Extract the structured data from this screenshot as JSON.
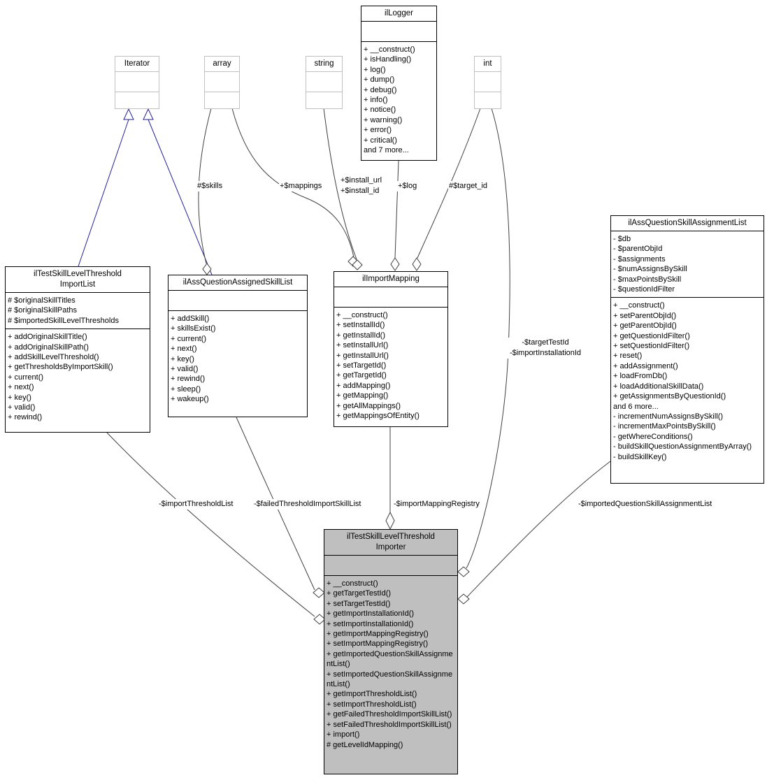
{
  "colors": {
    "edge": "#404040",
    "inheritance": "#22229a",
    "highlight_fill": "#bfbfbf",
    "external_border": "#c0c0c0",
    "box_border": "#000000"
  },
  "classes": {
    "iterator": {
      "title_lines": [
        "Iterator"
      ],
      "attributes": [],
      "methods": []
    },
    "array": {
      "title_lines": [
        "array"
      ],
      "attributes": [],
      "methods": []
    },
    "string": {
      "title_lines": [
        "string"
      ],
      "attributes": [],
      "methods": []
    },
    "int": {
      "title_lines": [
        "int"
      ],
      "attributes": [],
      "methods": []
    },
    "logger": {
      "title_lines": [
        "ilLogger"
      ],
      "attributes": [],
      "methods": [
        "+ __construct()",
        "+ isHandling()",
        "+ log()",
        "+ dump()",
        "+ debug()",
        "+ info()",
        "+ notice()",
        "+ warning()",
        "+ error()",
        "+ critical()",
        "and 7 more..."
      ]
    },
    "assignment_list": {
      "title_lines": [
        "ilAssQuestionSkillAssignmentList"
      ],
      "attributes": [
        "- $db",
        "- $parentObjId",
        "- $assignments",
        "- $numAssignsBySkill",
        "- $maxPointsBySkill",
        "- $questionIdFilter"
      ],
      "methods": [
        "+ __construct()",
        "+ setParentObjId()",
        "+ getParentObjId()",
        "+ getQuestionIdFilter()",
        "+ setQuestionIdFilter()",
        "+ reset()",
        "+ addAssignment()",
        "+ loadFromDb()",
        "+ loadAdditionalSkillData()",
        "+ getAssignmentsByQuestionId()",
        "and 6 more...",
        "- incrementNumAssignsBySkill()",
        "- incrementMaxPointsBySkill()",
        "- getWhereConditions()",
        "- buildSkillQuestionAssignmentByArray()",
        "- buildSkillKey()"
      ]
    },
    "import_list": {
      "title_lines": [
        "ilTestSkillLevelThreshold",
        "ImportList"
      ],
      "attributes": [
        "# $originalSkillTitles",
        "# $originalSkillPaths",
        "# $importedSkillLevelThresholds"
      ],
      "methods": [
        "+ addOriginalSkillTitle()",
        "+ addOriginalSkillPath()",
        "+ addSkillLevelThreshold()",
        "+ getThresholdsByImportSkill()",
        "+ current()",
        "+ next()",
        "+ key()",
        "+ valid()",
        "+ rewind()"
      ]
    },
    "assigned_skill_list": {
      "title_lines": [
        "ilAssQuestionAssignedSkillList"
      ],
      "attributes": [],
      "methods": [
        "+ addSkill()",
        "+ skillsExist()",
        "+ current()",
        "+ next()",
        "+ key()",
        "+ valid()",
        "+ rewind()",
        "+ sleep()",
        "+ wakeup()"
      ]
    },
    "import_mapping": {
      "title_lines": [
        "ilImportMapping"
      ],
      "attributes": [],
      "methods": [
        "+ __construct()",
        "+ setInstallId()",
        "+ getInstallId()",
        "+ setInstallUrl()",
        "+ getInstallUrl()",
        "+ setTargetId()",
        "+ getTargetId()",
        "+ addMapping()",
        "+ getMapping()",
        "+ getAllMappings()",
        "+ getMappingsOfEntity()"
      ]
    },
    "importer": {
      "title_lines": [
        "ilTestSkillLevelThreshold",
        "Importer"
      ],
      "attributes": [],
      "methods": [
        "+ __construct()",
        "+ getTargetTestId()",
        "+ setTargetTestId()",
        "+ getImportInstallationId()",
        "+ setImportInstallationId()",
        "+ getImportMappingRegistry()",
        "+ setImportMappingRegistry()",
        "+ getImportedQuestionSkillAssignmentList()",
        "+ setImportedQuestionSkillAssignmentList()",
        "+ getImportThresholdList()",
        "+ setImportThresholdList()",
        "+ getFailedThresholdImportSkillList()",
        "+ setFailedThresholdImportSkillList()",
        "+ import()",
        "# getLevelIdMapping()"
      ]
    }
  },
  "edge_labels": {
    "skills": "#$skills",
    "mappings": "+$mappings",
    "install_url": "+$install_url",
    "install_id": "+$install_id",
    "log": "+$log",
    "target_id": "#$target_id",
    "target_test_id": "-$targetTestId",
    "import_installation_id": "-$importInstallationId",
    "import_threshold_list": "-$importThresholdList",
    "failed_threshold_import_skill_list": "-$failedThresholdImportSkillList",
    "import_mapping_registry": "-$importMappingRegistry",
    "imported_question_skill_assignment_list": "-$importedQuestionSkillAssignmentList"
  }
}
